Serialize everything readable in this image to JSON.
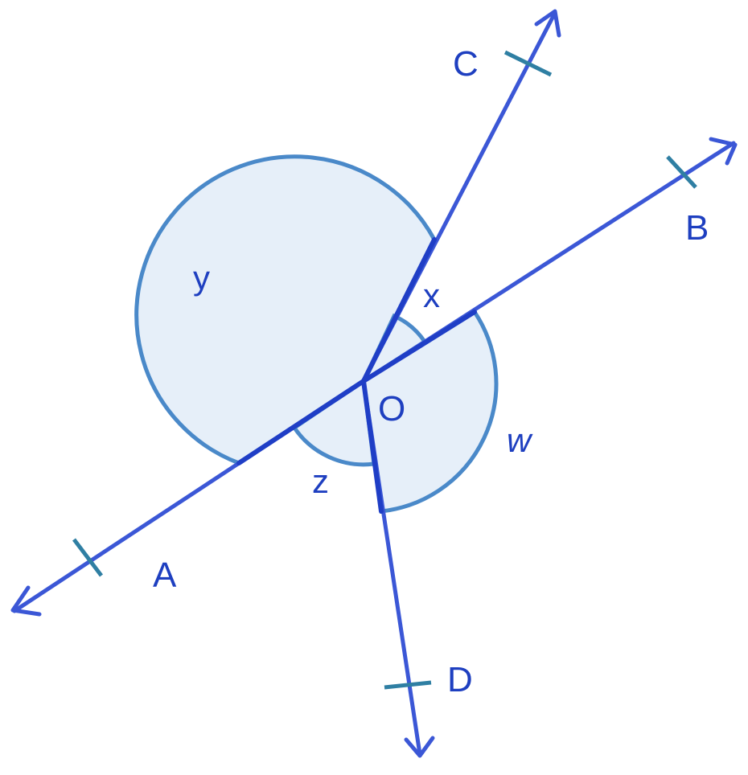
{
  "points": {
    "A": "A",
    "B": "B",
    "C": "C",
    "D": "D",
    "O": "O"
  },
  "angles": {
    "x": "x",
    "y": "y",
    "z": "z",
    "w": "w"
  },
  "colors": {
    "ray": "#3b57d6",
    "tick": "#2f7fa3",
    "sector_fill": "#e6eff9",
    "sector_stroke": "#4a89c9",
    "label": "#1e3fc0"
  }
}
